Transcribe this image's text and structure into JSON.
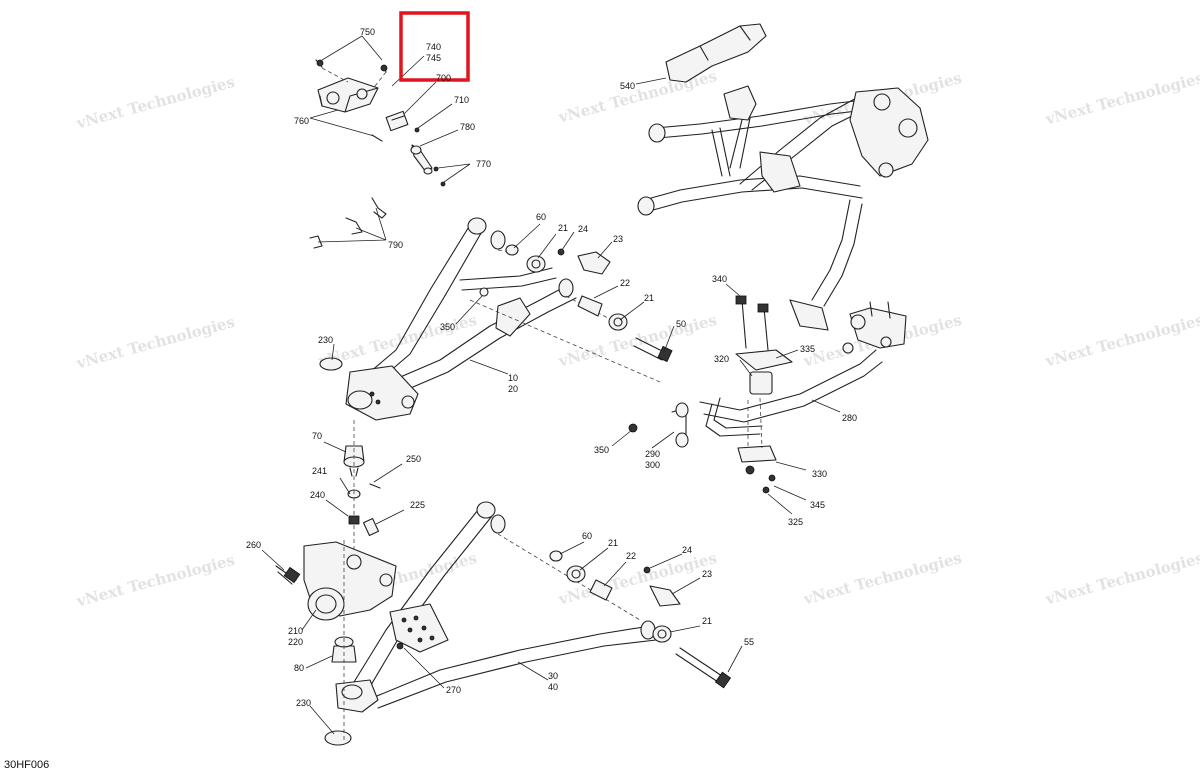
{
  "diagram_code": "30HF006",
  "watermark": "vNext Technologies",
  "highlight_color": "#e0141e",
  "labels": {
    "l750": "750",
    "l740": "740",
    "l745": "745",
    "l700": "700",
    "l710": "710",
    "l760": "760",
    "l780": "780",
    "l770": "770",
    "l790": "790",
    "l540": "540",
    "l60a": "60",
    "l21a": "21",
    "l24a": "24",
    "l23a": "23",
    "l22a": "22",
    "l21b": "21",
    "l50": "50",
    "l350a": "350",
    "l230a": "230",
    "l10": "10",
    "l20": "20",
    "l340": "340",
    "l320": "320",
    "l335": "335",
    "l280": "280",
    "l350b": "350",
    "l290": "290",
    "l300": "300",
    "l330": "330",
    "l345": "345",
    "l325": "325",
    "l70": "70",
    "l241": "241",
    "l250": "250",
    "l240": "240",
    "l225": "225",
    "l260": "260",
    "l210": "210",
    "l220": "220",
    "l80": "80",
    "l230b": "230",
    "l60b": "60",
    "l21c": "21",
    "l22b": "22",
    "l24b": "24",
    "l23b": "23",
    "l21d": "21",
    "l55": "55",
    "l270": "270",
    "l30": "30",
    "l40": "40"
  }
}
